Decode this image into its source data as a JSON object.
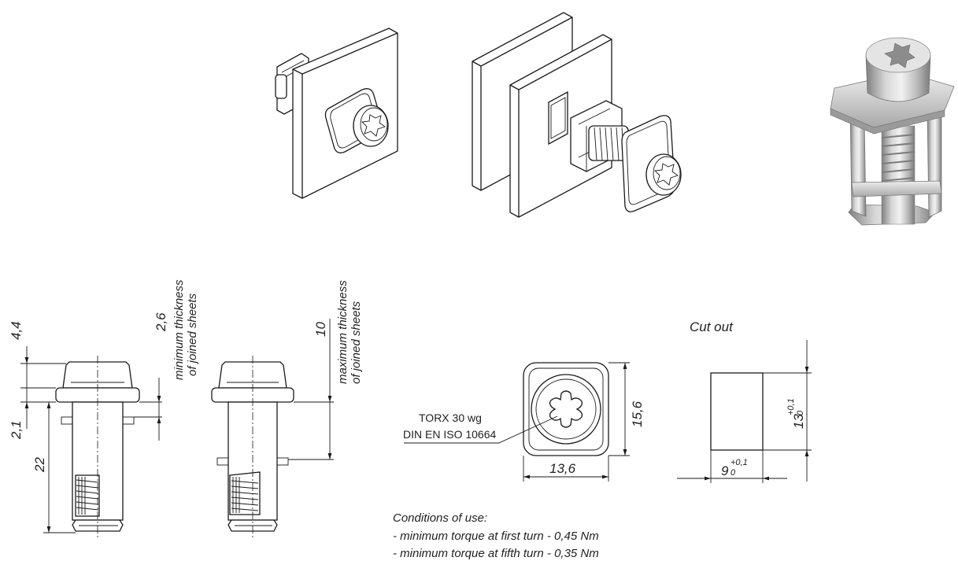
{
  "dimensions": {
    "head_height": "4,4",
    "flange_height": "2,1",
    "body_length": "22",
    "min_thickness": "2,6",
    "max_thickness": "10",
    "width": "13,6",
    "height": "15,6"
  },
  "labels": {
    "min_thickness_line1": "minimum thickness",
    "min_thickness_line2": "of joined sheets",
    "max_thickness_line1": "maximum thickness",
    "max_thickness_line2": "of joined sheets",
    "torx_line1": "TORX 30 wg",
    "torx_line2": "DIN EN ISO 10664"
  },
  "cutout": {
    "title": "Cut out",
    "width_value": "9",
    "width_tol_upper": "+0,1",
    "width_tol_lower": "0",
    "height_value": "13",
    "height_tol_upper": "+0,1",
    "height_tol_lower": "0"
  },
  "conditions": {
    "title": "Conditions of use:",
    "line1": "- minimum torque at first turn - 0,45 Nm",
    "line2": "- minimum torque at fifth turn - 0,35 Nm"
  },
  "colors": {
    "line": "#1a1a1a",
    "metal_light": "#d8d8d8",
    "metal_dark": "#8a8a8a"
  }
}
